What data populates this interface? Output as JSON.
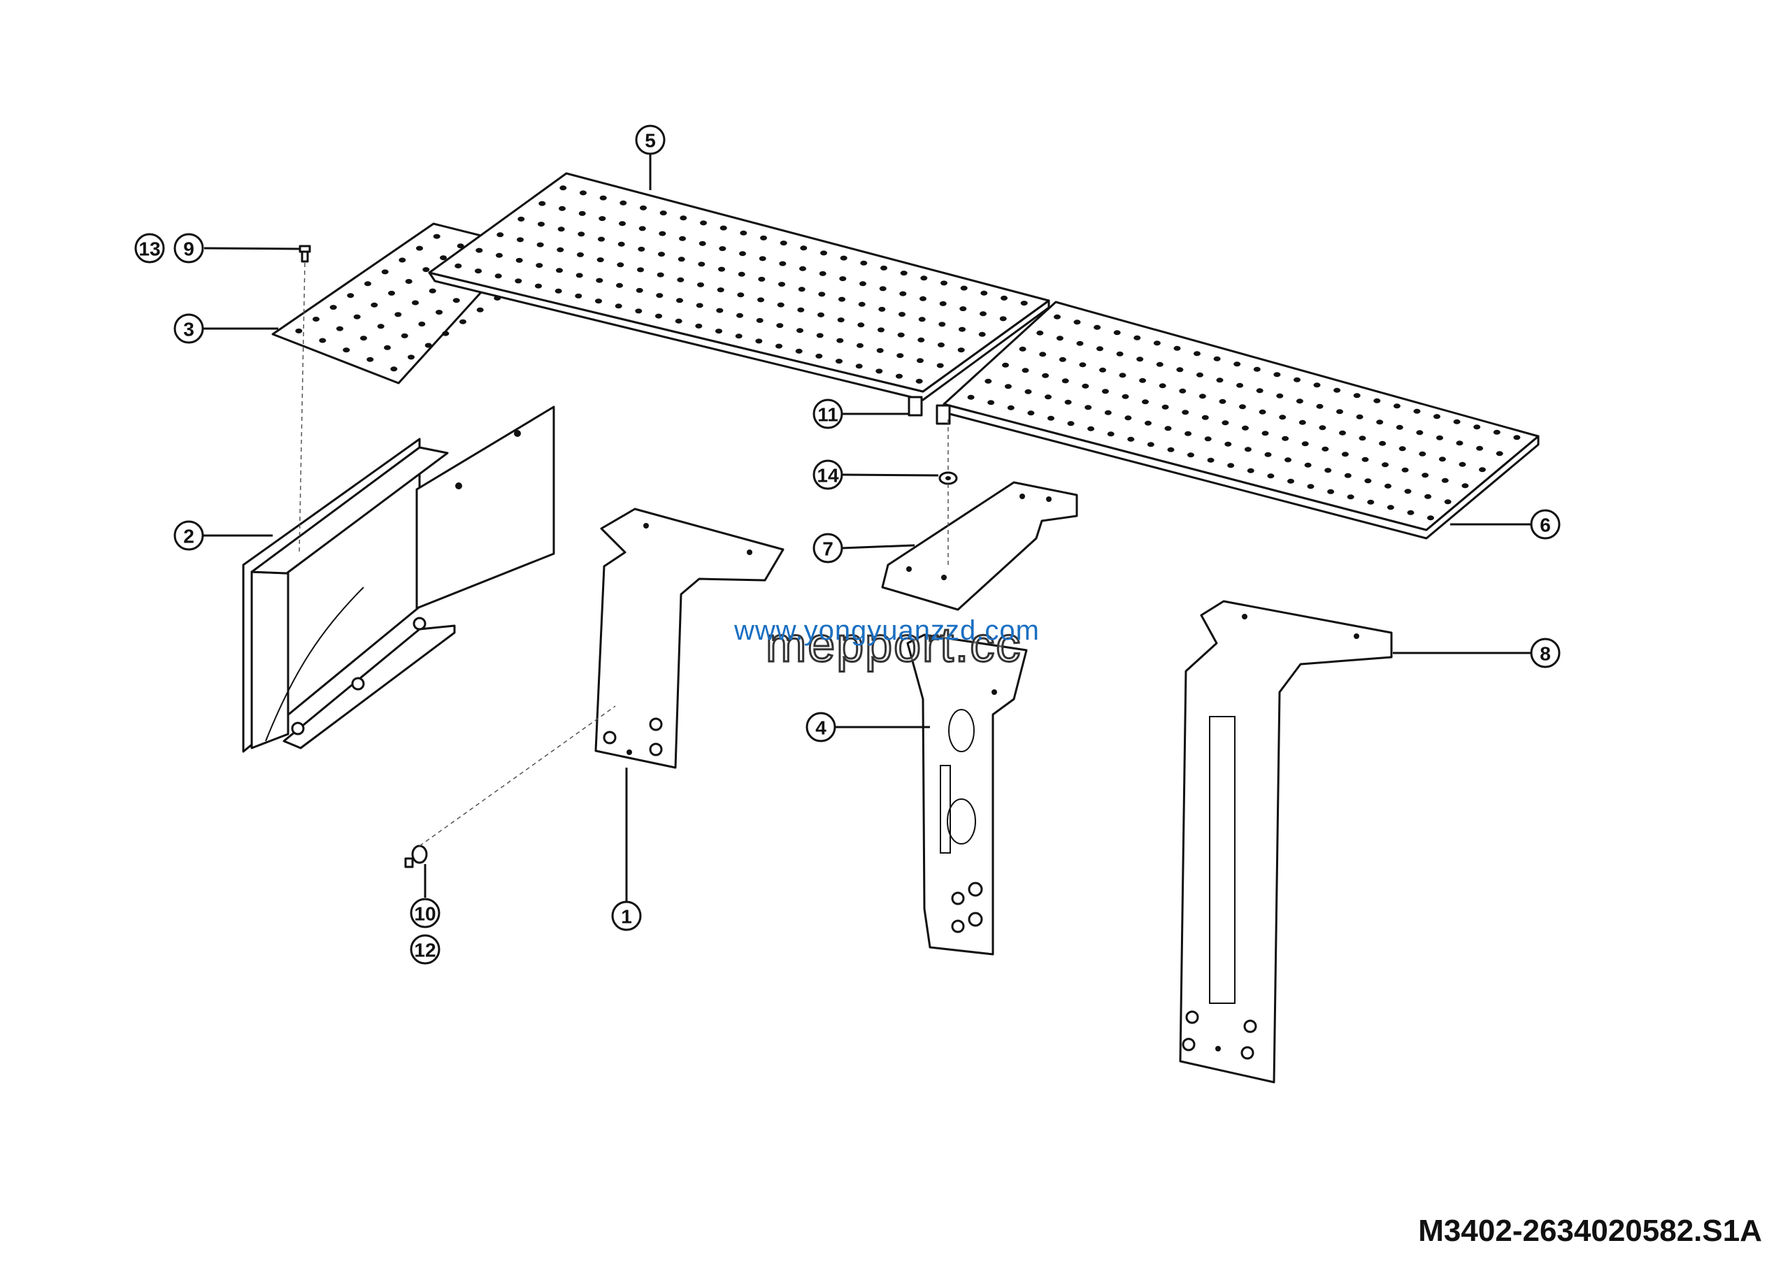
{
  "callouts": {
    "c1": "1",
    "c2": "2",
    "c3": "3",
    "c4": "4",
    "c5": "5",
    "c6": "6",
    "c7": "7",
    "c8": "8",
    "c9": "9",
    "c10": "10",
    "c11": "11",
    "c12": "12",
    "c13": "13",
    "c14": "14"
  },
  "drawing_code": "M3402-2634020582.S1A",
  "watermark": {
    "url": "www.yongyuanzzd.com",
    "logo": "mepport.cc"
  }
}
